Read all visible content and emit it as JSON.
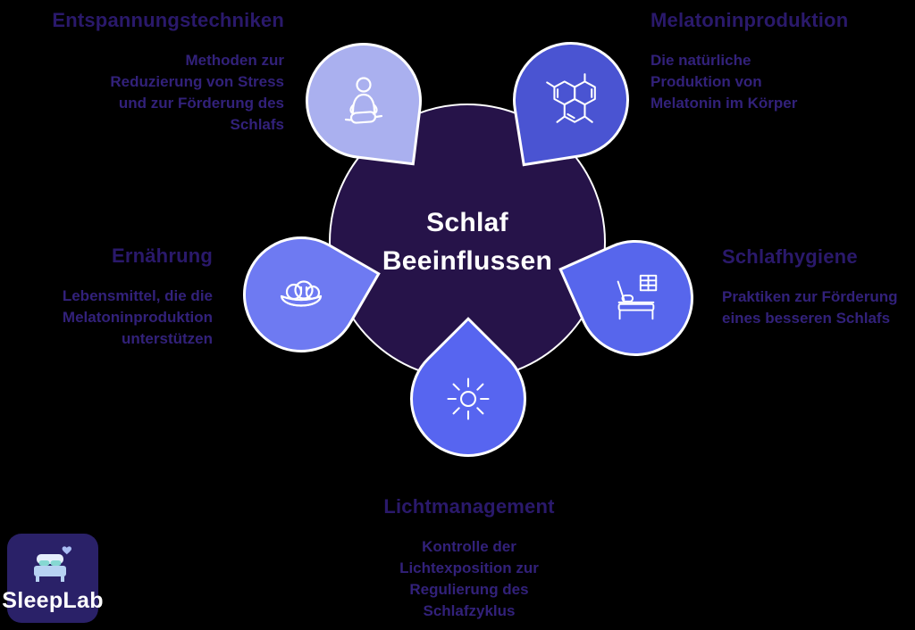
{
  "colors": {
    "background": "#000000",
    "circle_fill": "#261349",
    "outline": "#ffffff",
    "heading_text": "#2a196b",
    "body_text": "#32217a",
    "center_text": "#ffffff",
    "logo_bg": "#2a2168",
    "logo_text": "#ffffff"
  },
  "center": {
    "line1": "Schlaf",
    "line2": "Beeinflussen"
  },
  "nodes": [
    {
      "title": "Entspannungstechniken",
      "description": "Methoden zur Reduzierung von Stress und zur Förderung des Schlafs",
      "icon": "meditation-icon",
      "petal_color": "#aab0ef"
    },
    {
      "title": "Melatoninproduktion",
      "description": "Die natürliche Produktion von Melatonin im Körper",
      "icon": "molecule-icon",
      "petal_color": "#4a54d2"
    },
    {
      "title": "Ernährung",
      "description": "Lebensmittel, die die Melatoninproduktion unterstützen",
      "icon": "bowl-icon",
      "petal_color": "#6e7af2"
    },
    {
      "title": "Schlafhygiene",
      "description": "Praktiken zur Förderung eines besseren Schlafs",
      "icon": "bed-icon",
      "petal_color": "#5766ec"
    },
    {
      "title": "Lichtmanagement",
      "description": "Kontrolle der Lichtexposition zur Regulierung des Schlafzyklus",
      "icon": "sun-icon",
      "petal_color": "#5765f0"
    }
  ],
  "logo": {
    "text": "SleepLab"
  }
}
